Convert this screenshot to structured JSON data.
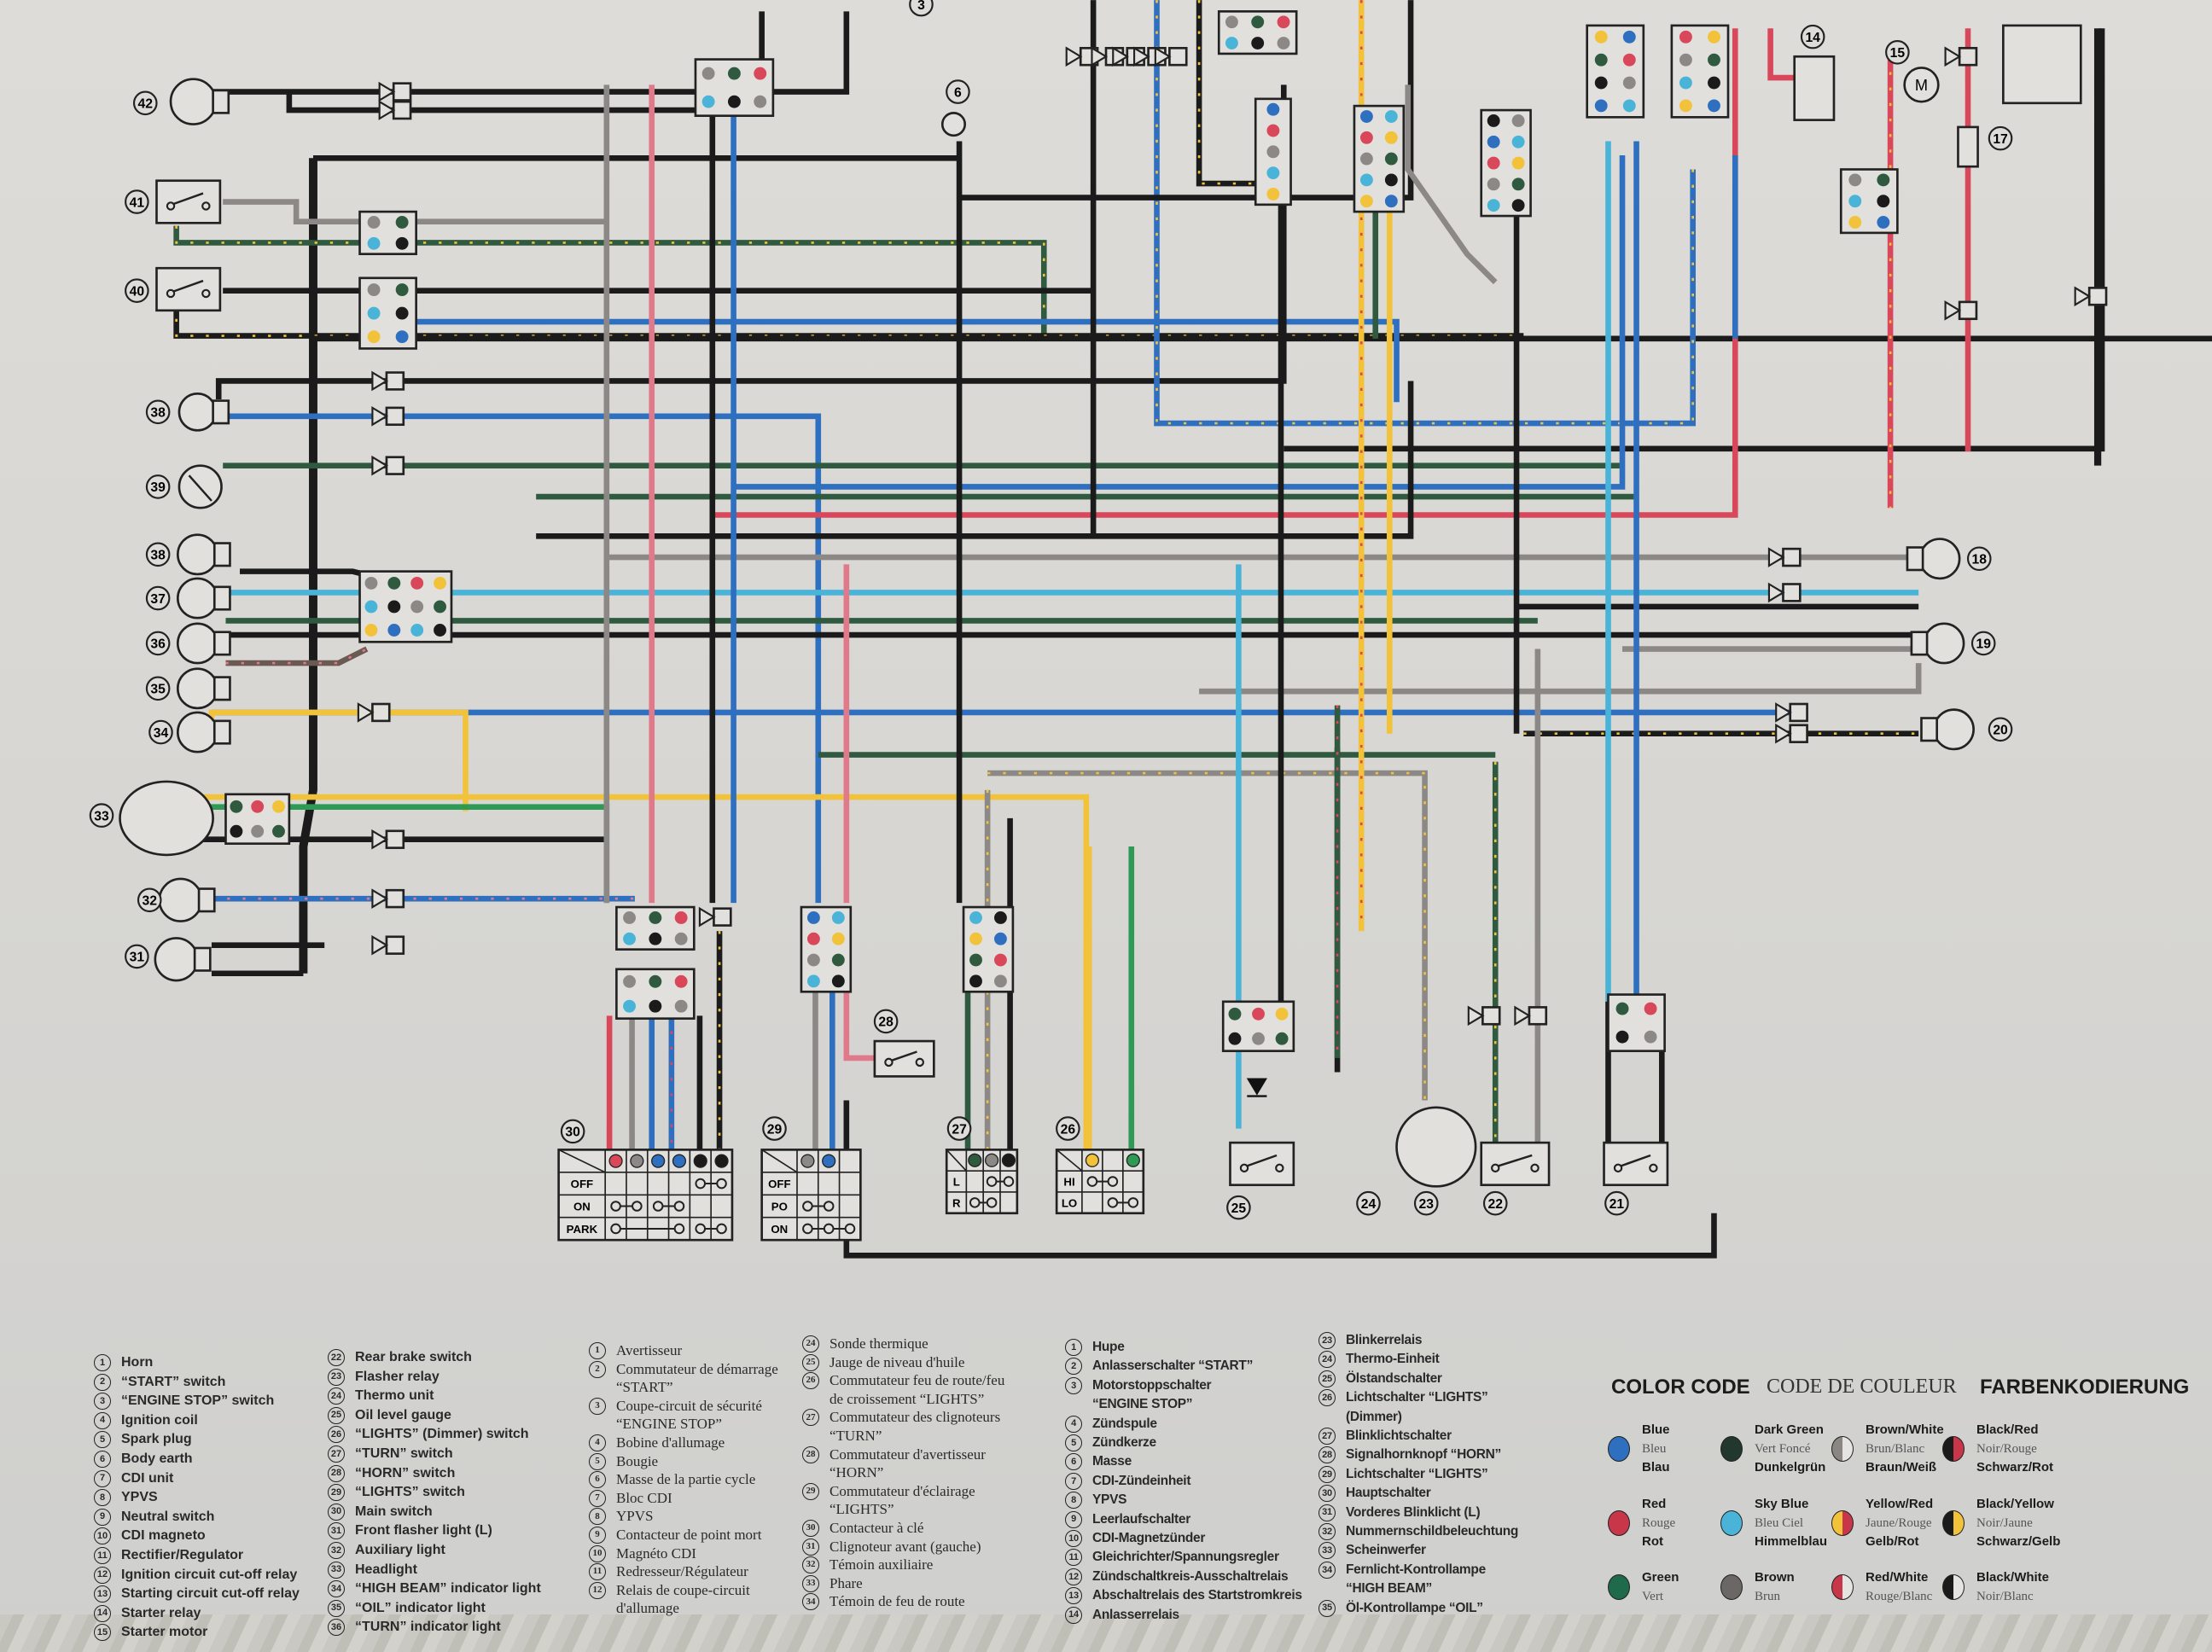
{
  "diagram": {
    "component_numbers": [
      "42",
      "41",
      "40",
      "38",
      "39",
      "38",
      "37",
      "36",
      "35",
      "34",
      "33",
      "32",
      "31",
      "30",
      "29",
      "28",
      "27",
      "26",
      "25",
      "24",
      "23",
      "22",
      "21",
      "20",
      "19",
      "18",
      "17",
      "15",
      "14",
      "6",
      "3"
    ],
    "main_switch": {
      "rows": [
        "OFF",
        "ON",
        "PARK"
      ]
    },
    "lights_switch": {
      "rows": [
        "OFF",
        "PO",
        "ON"
      ]
    },
    "turn_switch": {
      "rows": [
        "L",
        "R"
      ]
    },
    "dimmer_switch": {
      "rows": [
        "HI",
        "LO"
      ]
    },
    "motor_label": "M",
    "wire_colors": {
      "black": "#1b1b1b",
      "blue": "#2f6fc0",
      "red": "#d9475a",
      "gray": "#8c8886",
      "dark_green": "#2f5a40",
      "green": "#2e9a55",
      "yellow": "#f2c23a",
      "sky_blue": "#4ab3d8",
      "pink": "#e07a8a",
      "brown": "#6a5a52"
    }
  },
  "legend": {
    "english": [
      {
        "n": "1",
        "t": "Horn"
      },
      {
        "n": "2",
        "t": "“START” switch"
      },
      {
        "n": "3",
        "t": "“ENGINE STOP” switch"
      },
      {
        "n": "4",
        "t": "Ignition coil"
      },
      {
        "n": "5",
        "t": "Spark plug"
      },
      {
        "n": "6",
        "t": "Body earth"
      },
      {
        "n": "7",
        "t": "CDI unit"
      },
      {
        "n": "8",
        "t": "YPVS"
      },
      {
        "n": "9",
        "t": "Neutral switch"
      },
      {
        "n": "10",
        "t": "CDI magneto"
      },
      {
        "n": "11",
        "t": "Rectifier/Regulator"
      },
      {
        "n": "12",
        "t": "Ignition circuit cut-off relay"
      },
      {
        "n": "13",
        "t": "Starting circuit cut-off relay"
      },
      {
        "n": "14",
        "t": "Starter relay"
      },
      {
        "n": "15",
        "t": "Starter motor"
      },
      {
        "n": "22",
        "t": "Rear brake switch"
      },
      {
        "n": "23",
        "t": "Flasher relay"
      },
      {
        "n": "24",
        "t": "Thermo unit"
      },
      {
        "n": "25",
        "t": "Oil level gauge"
      },
      {
        "n": "26",
        "t": "“LIGHTS” (Dimmer) switch"
      },
      {
        "n": "27",
        "t": "“TURN” switch"
      },
      {
        "n": "28",
        "t": "“HORN” switch"
      },
      {
        "n": "29",
        "t": "“LIGHTS” switch"
      },
      {
        "n": "30",
        "t": "Main switch"
      },
      {
        "n": "31",
        "t": "Front flasher light (L)"
      },
      {
        "n": "32",
        "t": "Auxiliary light"
      },
      {
        "n": "33",
        "t": "Headlight"
      },
      {
        "n": "34",
        "t": "“HIGH BEAM” indicator light"
      },
      {
        "n": "35",
        "t": "“OIL” indicator light"
      },
      {
        "n": "36",
        "t": "“TURN” indicator light"
      }
    ],
    "french": [
      {
        "n": "1",
        "t": "Avertisseur"
      },
      {
        "n": "2",
        "t": "Commutateur de démarrage\n“START”"
      },
      {
        "n": "3",
        "t": "Coupe-circuit de sécurité\n“ENGINE STOP”"
      },
      {
        "n": "4",
        "t": "Bobine d'allumage"
      },
      {
        "n": "5",
        "t": "Bougie"
      },
      {
        "n": "6",
        "t": "Masse de la partie cycle"
      },
      {
        "n": "7",
        "t": "Bloc CDI"
      },
      {
        "n": "8",
        "t": "YPVS"
      },
      {
        "n": "9",
        "t": "Contacteur de point mort"
      },
      {
        "n": "10",
        "t": "Magnéto CDI"
      },
      {
        "n": "11",
        "t": "Redresseur/Régulateur"
      },
      {
        "n": "12",
        "t": "Relais de coupe-circuit\nd'allumage"
      },
      {
        "n": "24",
        "t": "Sonde thermique"
      },
      {
        "n": "25",
        "t": "Jauge de niveau d'huile"
      },
      {
        "n": "26",
        "t": "Commutateur feu de route/feu\nde croissement “LIGHTS”"
      },
      {
        "n": "27",
        "t": "Commutateur des clignoteurs\n“TURN”"
      },
      {
        "n": "28",
        "t": "Commutateur d'avertisseur\n“HORN”"
      },
      {
        "n": "29",
        "t": "Commutateur d'éclairage\n“LIGHTS”"
      },
      {
        "n": "30",
        "t": "Contacteur à clé"
      },
      {
        "n": "31",
        "t": "Clignoteur avant (gauche)"
      },
      {
        "n": "32",
        "t": "Témoin auxiliaire"
      },
      {
        "n": "33",
        "t": "Phare"
      },
      {
        "n": "34",
        "t": "Témoin de feu de route"
      }
    ],
    "german": [
      {
        "n": "1",
        "t": "Hupe"
      },
      {
        "n": "2",
        "t": "Anlasserschalter “START”"
      },
      {
        "n": "3",
        "t": "Motorstoppschalter\n“ENGINE STOP”"
      },
      {
        "n": "4",
        "t": "Zündspule"
      },
      {
        "n": "5",
        "t": "Zündkerze"
      },
      {
        "n": "6",
        "t": "Masse"
      },
      {
        "n": "7",
        "t": "CDI-Zündeinheit"
      },
      {
        "n": "8",
        "t": "YPVS"
      },
      {
        "n": "9",
        "t": "Leerlaufschalter"
      },
      {
        "n": "10",
        "t": "CDI-Magnetzünder"
      },
      {
        "n": "11",
        "t": "Gleichrichter/Spannungsregler"
      },
      {
        "n": "12",
        "t": "Zündschaltkreis-Ausschaltrelais"
      },
      {
        "n": "13",
        "t": "Abschaltrelais des Startstromkreis"
      },
      {
        "n": "14",
        "t": "Anlasserrelais"
      },
      {
        "n": "23",
        "t": "Blinkerrelais"
      },
      {
        "n": "24",
        "t": "Thermo-Einheit"
      },
      {
        "n": "25",
        "t": "Ölstandschalter"
      },
      {
        "n": "26",
        "t": "Lichtschalter “LIGHTS”\n(Dimmer)"
      },
      {
        "n": "27",
        "t": "Blinklichtschalter"
      },
      {
        "n": "28",
        "t": "Signalhornknopf “HORN”"
      },
      {
        "n": "29",
        "t": "Lichtschalter “LIGHTS”"
      },
      {
        "n": "30",
        "t": "Hauptschalter"
      },
      {
        "n": "31",
        "t": "Vorderes Blinklicht (L)"
      },
      {
        "n": "32",
        "t": "Nummernschildbeleuchtung"
      },
      {
        "n": "33",
        "t": "Scheinwerfer"
      },
      {
        "n": "34",
        "t": "Fernlicht-Kontrollampe\n“HIGH BEAM”"
      },
      {
        "n": "35",
        "t": "Öl-Kontrollampe “OIL”"
      }
    ]
  },
  "color_code": {
    "titles": [
      "COLOR CODE",
      "CODE DE COULEUR",
      "FARBENKODIERUNG"
    ],
    "entries": [
      {
        "names": [
          "Blue",
          "Bleu",
          "Blau"
        ],
        "colors": [
          "#2f6fc0"
        ]
      },
      {
        "names": [
          "Red",
          "Rouge",
          "Rot"
        ],
        "colors": [
          "#c8364a"
        ]
      },
      {
        "names": [
          "Green",
          "Vert"
        ],
        "colors": [
          "#1f6a4a"
        ]
      },
      {
        "names": [
          "Dark Green",
          "Vert Foncé",
          "Dunkelgrün"
        ],
        "colors": [
          "#23382c"
        ]
      },
      {
        "names": [
          "Sky Blue",
          "Bleu Ciel",
          "Himmelblau"
        ],
        "colors": [
          "#4ab3d8"
        ]
      },
      {
        "names": [
          "Brown",
          "Brun"
        ],
        "colors": [
          "#6a6764"
        ]
      },
      {
        "names": [
          "Brown/White",
          "Brun/Blanc",
          "Braun/Weiß"
        ],
        "colors": [
          "#8a8682",
          "#e6e4e0"
        ]
      },
      {
        "names": [
          "Yellow/Red",
          "Jaune/Rouge",
          "Gelb/Rot"
        ],
        "colors": [
          "#f2c23a",
          "#c8364a"
        ]
      },
      {
        "names": [
          "Red/White",
          "Rouge/Blanc"
        ],
        "colors": [
          "#c8364a",
          "#e6e4e0"
        ]
      },
      {
        "names": [
          "Black/Red",
          "Noir/Rouge",
          "Schwarz/Rot"
        ],
        "colors": [
          "#1b1b1b",
          "#c8364a"
        ]
      },
      {
        "names": [
          "Black/Yellow",
          "Noir/Jaune",
          "Schwarz/Gelb"
        ],
        "colors": [
          "#1b1b1b",
          "#f2c23a"
        ]
      },
      {
        "names": [
          "Black/White",
          "Noir/Blanc"
        ],
        "colors": [
          "#1b1b1b",
          "#e6e4e0"
        ]
      }
    ]
  }
}
